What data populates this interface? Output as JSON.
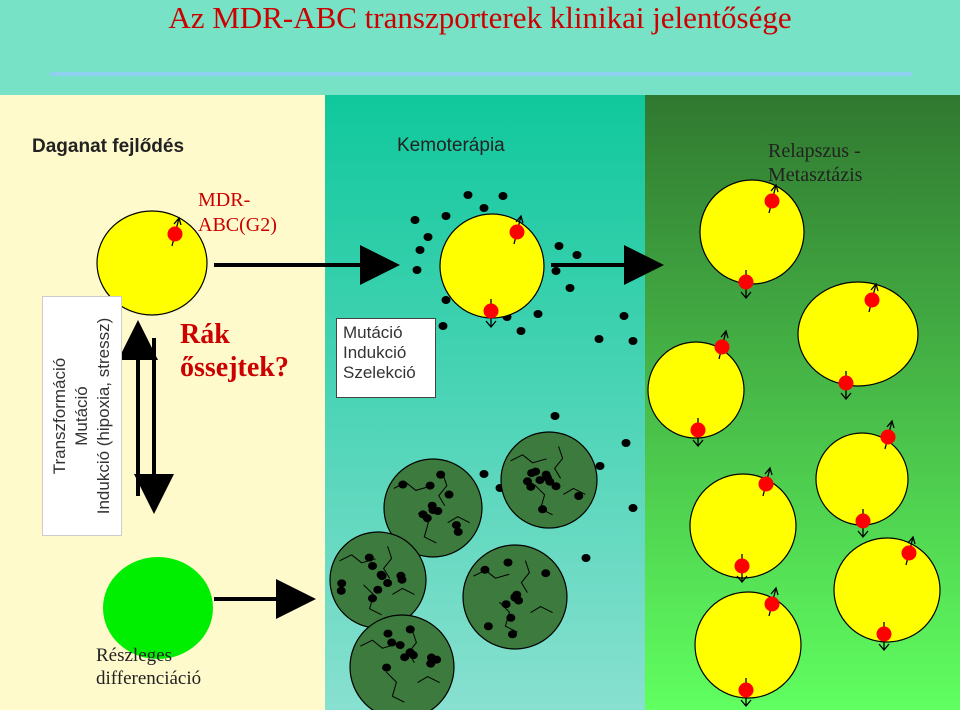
{
  "header": {
    "title": "Az MDR-ABC transzporterek klinikai jelentősége"
  },
  "panel1": {
    "heading": "Daganat fejlődés",
    "mdr_label_line1": "MDR-",
    "mdr_label_line2": "ABC(G2)",
    "stem_line1": "Rák",
    "stem_line2": "őssejtek?",
    "vertical_line1": "Transzformáció",
    "vertical_line2": "Mutáció",
    "vertical_line3": "Indukció (hipoxia, stressz)",
    "diff_line1": "Részleges",
    "diff_line2": "differenciáció"
  },
  "panel2": {
    "heading": "Kemoterápia",
    "box_line1": "Mutáció",
    "box_line2": "Indukció",
    "box_line3": "Szelekció"
  },
  "panel3": {
    "heading_line1": "Relapszus -",
    "heading_line2": "Metasztázis"
  },
  "colors": {
    "title": "#cc0000",
    "cell_yellow": "#ffff00",
    "cell_green": "#00ee00",
    "transporter": "#ff0000",
    "dead_cell": "#3d7a3d"
  }
}
